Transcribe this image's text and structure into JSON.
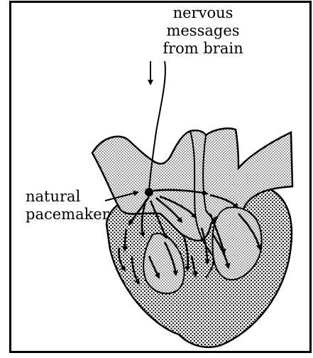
{
  "labels": {
    "nerve_line1": "nervous",
    "nerve_line2": "messages",
    "nerve_line3": "from brain",
    "pace_line1": "natural",
    "pace_line2": "pacemaker"
  },
  "colors": {
    "ink": "#000000",
    "background": "#ffffff"
  }
}
